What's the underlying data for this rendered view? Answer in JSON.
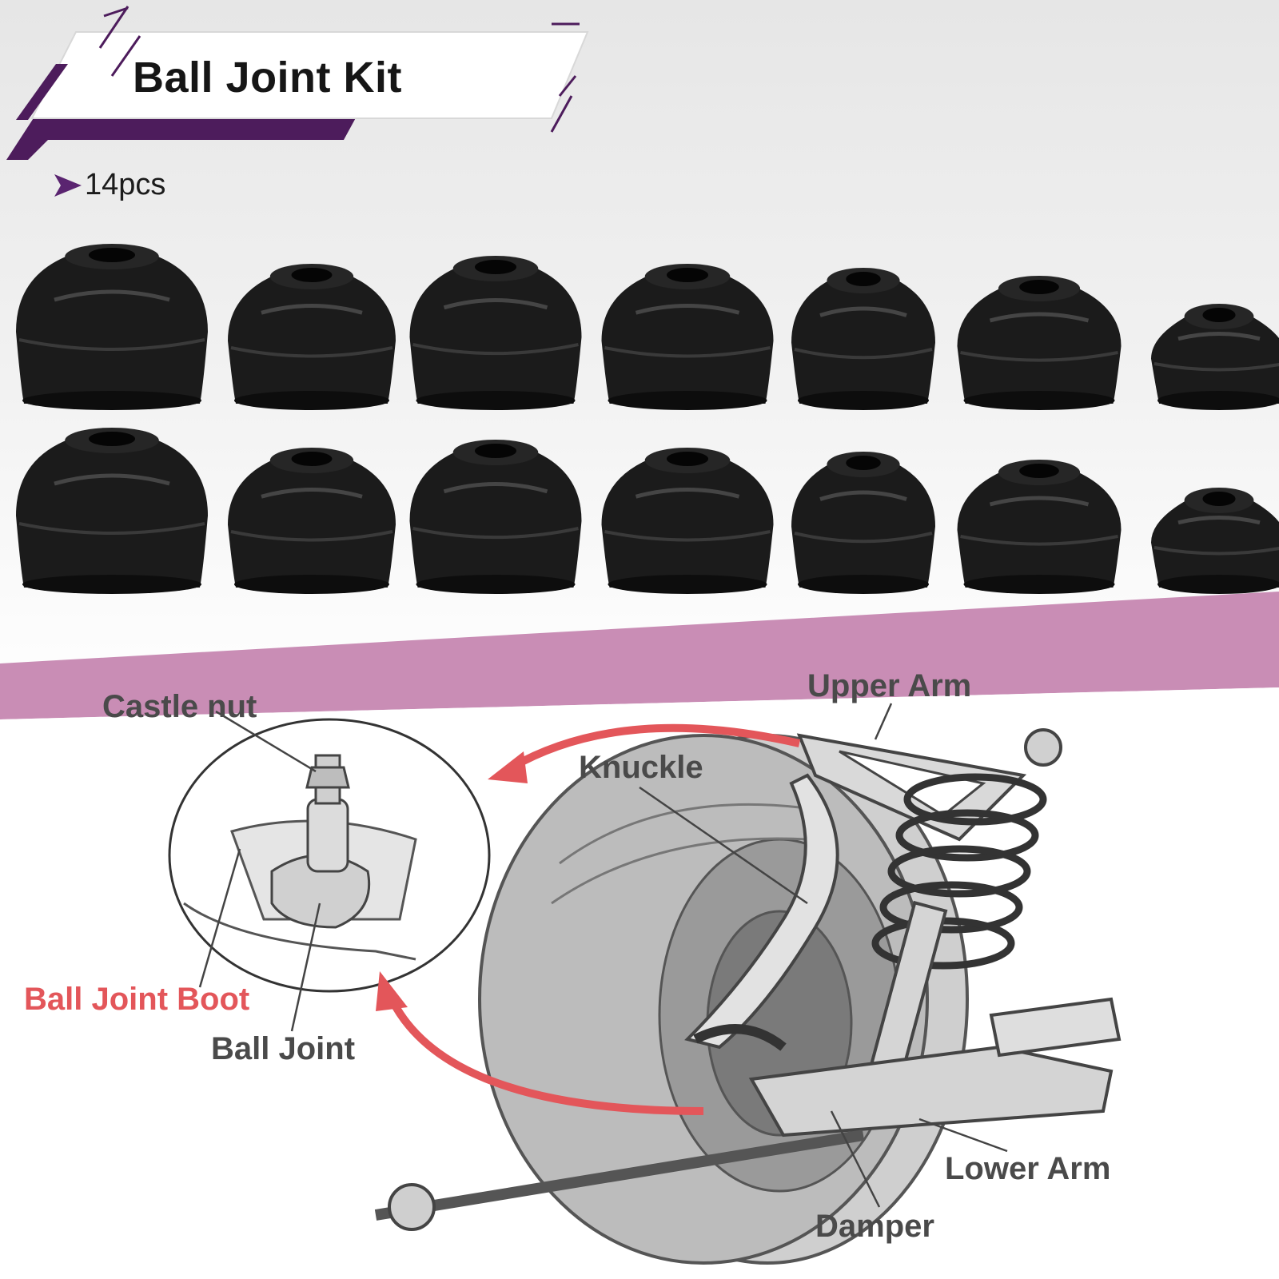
{
  "header": {
    "title": "Ball Joint Kit",
    "count": "14pcs"
  },
  "colors": {
    "accent": "#4d1c5c",
    "band": "#c98db5",
    "boot": "#1b1b1b",
    "highlight": "#e3565a",
    "diagram_text": "#4a4a4a"
  },
  "product": {
    "rows": 2,
    "items_per_row": 7
  },
  "diagram": {
    "labels": {
      "castle_nut": "Castle nut",
      "upper_arm": "Upper Arm",
      "knuckle": "Knuckle",
      "ball_joint_boot": "Ball Joint Boot",
      "ball_joint": "Ball Joint",
      "lower_arm": "Lower Arm",
      "damper": "Damper"
    }
  }
}
